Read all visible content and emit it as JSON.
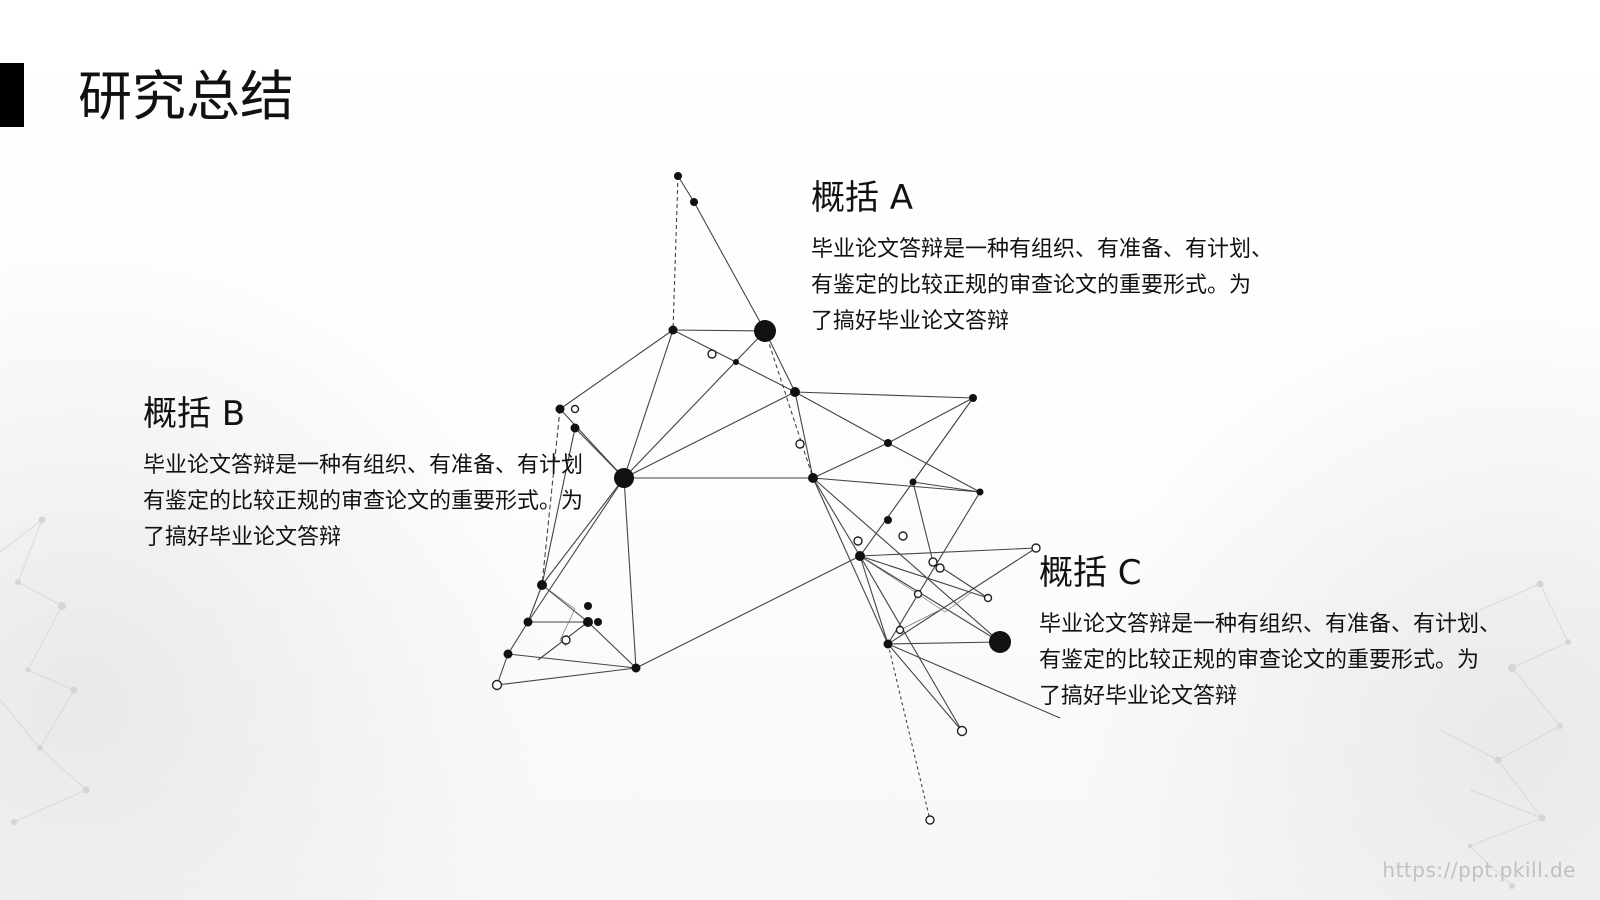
{
  "page": {
    "title": "研究总结"
  },
  "blocks": {
    "a": {
      "heading": "概括 A",
      "text": "毕业论文答辩是一种有组织、有准备、有计划、\n有鉴定的比较正规的审查论文的重要形式。为\n了搞好毕业论文答辩"
    },
    "b": {
      "heading": "概括 B",
      "text": "毕业论文答辩是一种有组织、有准备、有计划\n有鉴定的比较正规的审查论文的重要形式。为\n了搞好毕业论文答辩"
    },
    "c": {
      "heading": "概括 C",
      "text": "毕业论文答辩是一种有组织、有准备、有计划、\n有鉴定的比较正规的审查论文的重要形式。为\n了搞好毕业论文答辩"
    }
  },
  "watermark": {
    "text": "https://ppt.pkill.de"
  },
  "colors": {
    "accent": "#000000",
    "text": "#111111",
    "background": "#ffffff"
  }
}
